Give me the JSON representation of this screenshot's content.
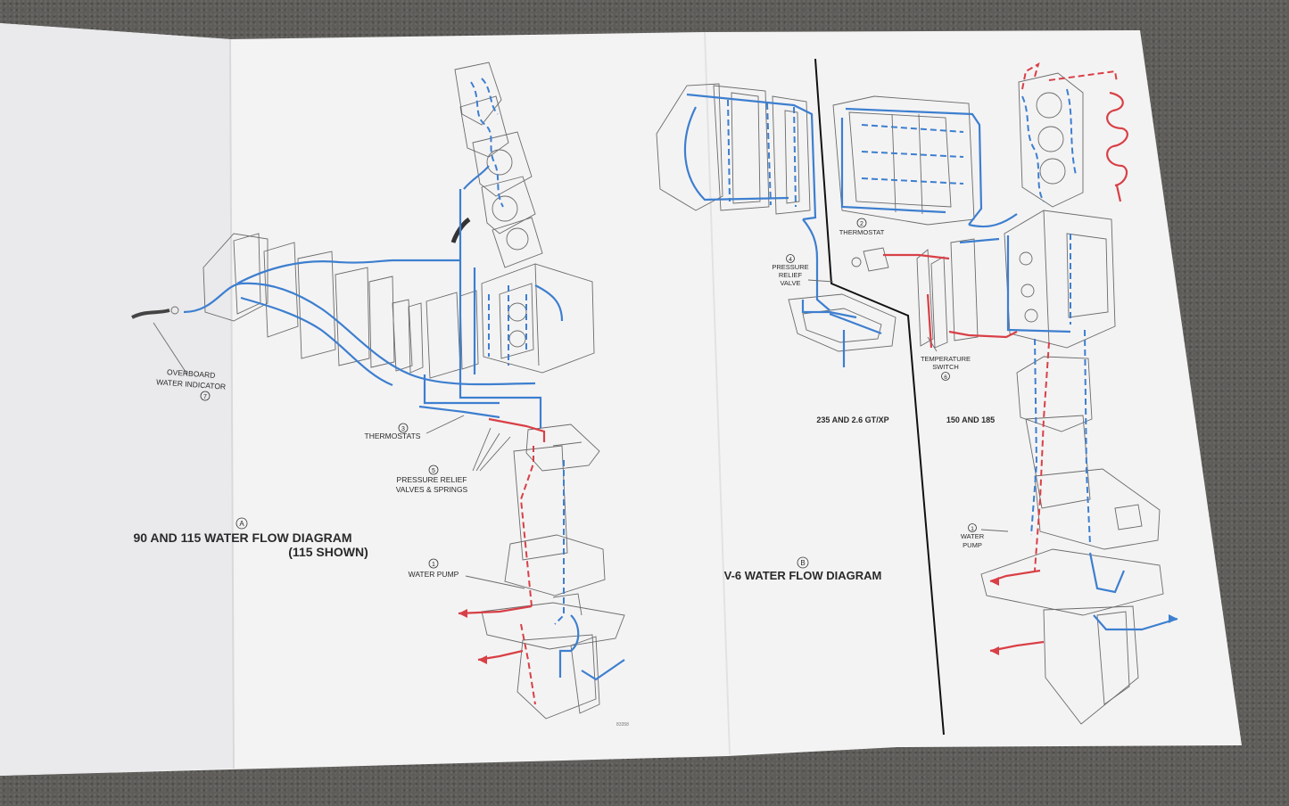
{
  "diagram_a": {
    "marker": "A",
    "title": "90 AND 115 WATER FLOW DIAGRAM",
    "subtitle": "(115 SHOWN)",
    "overboard_label_1": "OVERBOARD",
    "overboard_label_2": "WATER INDICATOR",
    "overboard_marker": "7",
    "thermostats_label": "THERMOSTATS",
    "thermostats_marker": "3",
    "relief_label_1": "PRESSURE RELIEF",
    "relief_label_2": "VALVES & SPRINGS",
    "relief_marker": "5",
    "pump_label": "WATER PUMP",
    "pump_marker": "1",
    "part_number": "83358"
  },
  "diagram_b": {
    "marker": "B",
    "title": "V-6 WATER FLOW DIAGRAM",
    "thermostat_label": "THERMOSTAT",
    "thermostat_marker": "2",
    "relief_label_1": "PRESSURE",
    "relief_label_2": "RELIEF",
    "relief_label_3": "VALVE",
    "relief_marker": "4",
    "temp_label_1": "TEMPERATURE",
    "temp_label_2": "SWITCH",
    "temp_marker": "6",
    "model_left": "235 AND 2.6 GT/XP",
    "model_right": "150 AND 185",
    "pump_label_1": "WATER",
    "pump_label_2": "PUMP",
    "pump_marker": "1"
  },
  "colors": {
    "cool_water": "#3d7fcf",
    "hot_water": "#d84046",
    "paper": "#f4f3f4",
    "background": "#5f5d5a"
  }
}
